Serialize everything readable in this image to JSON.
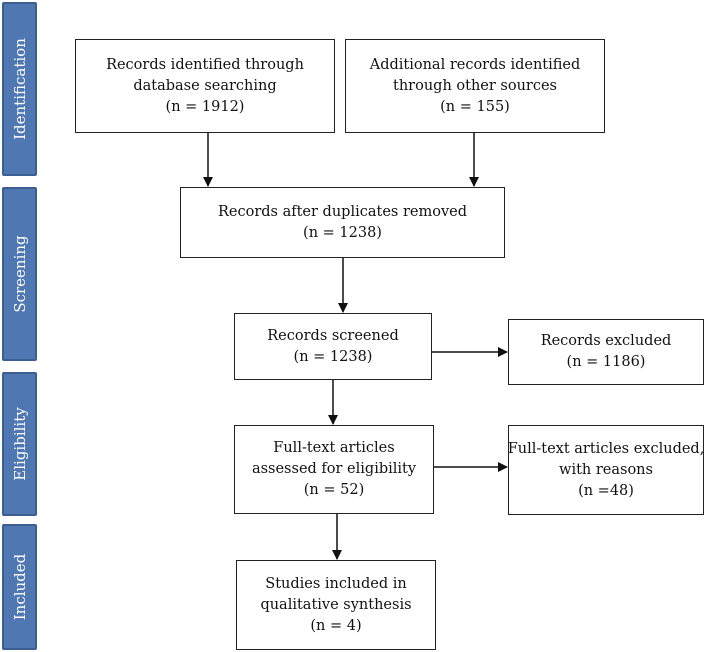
{
  "stages": {
    "identification": "Identification",
    "screening": "Screening",
    "eligibility": "Eligibility",
    "included": "Included"
  },
  "boxes": {
    "database_records": {
      "lines": [
        "Records identified through",
        "database searching",
        "(n = 1912)"
      ]
    },
    "other_sources": {
      "lines": [
        "Additional records identified",
        "through other sources",
        "(n = 155)"
      ]
    },
    "after_duplicates": {
      "lines": [
        "Records after duplicates removed",
        "(n = 1238)"
      ]
    },
    "screened": {
      "lines": [
        "Records screened",
        "(n = 1238)"
      ]
    },
    "excluded": {
      "lines": [
        "Records excluded",
        "(n = 1186)"
      ]
    },
    "fulltext_assessed": {
      "lines": [
        "Full-text articles",
        "assessed for eligibility",
        "(n = 52)"
      ]
    },
    "fulltext_excluded": {
      "lines": [
        "Full-text articles excluded,",
        "with reasons",
        "(n =48)"
      ]
    },
    "included": {
      "lines": [
        "Studies included in",
        "qualitative synthesis",
        "(n = 4)"
      ]
    }
  },
  "colors": {
    "stage_fill": "#4f78b3",
    "stage_border": "#3c5f92",
    "box_border": "#222222",
    "arrow": "#111111"
  }
}
